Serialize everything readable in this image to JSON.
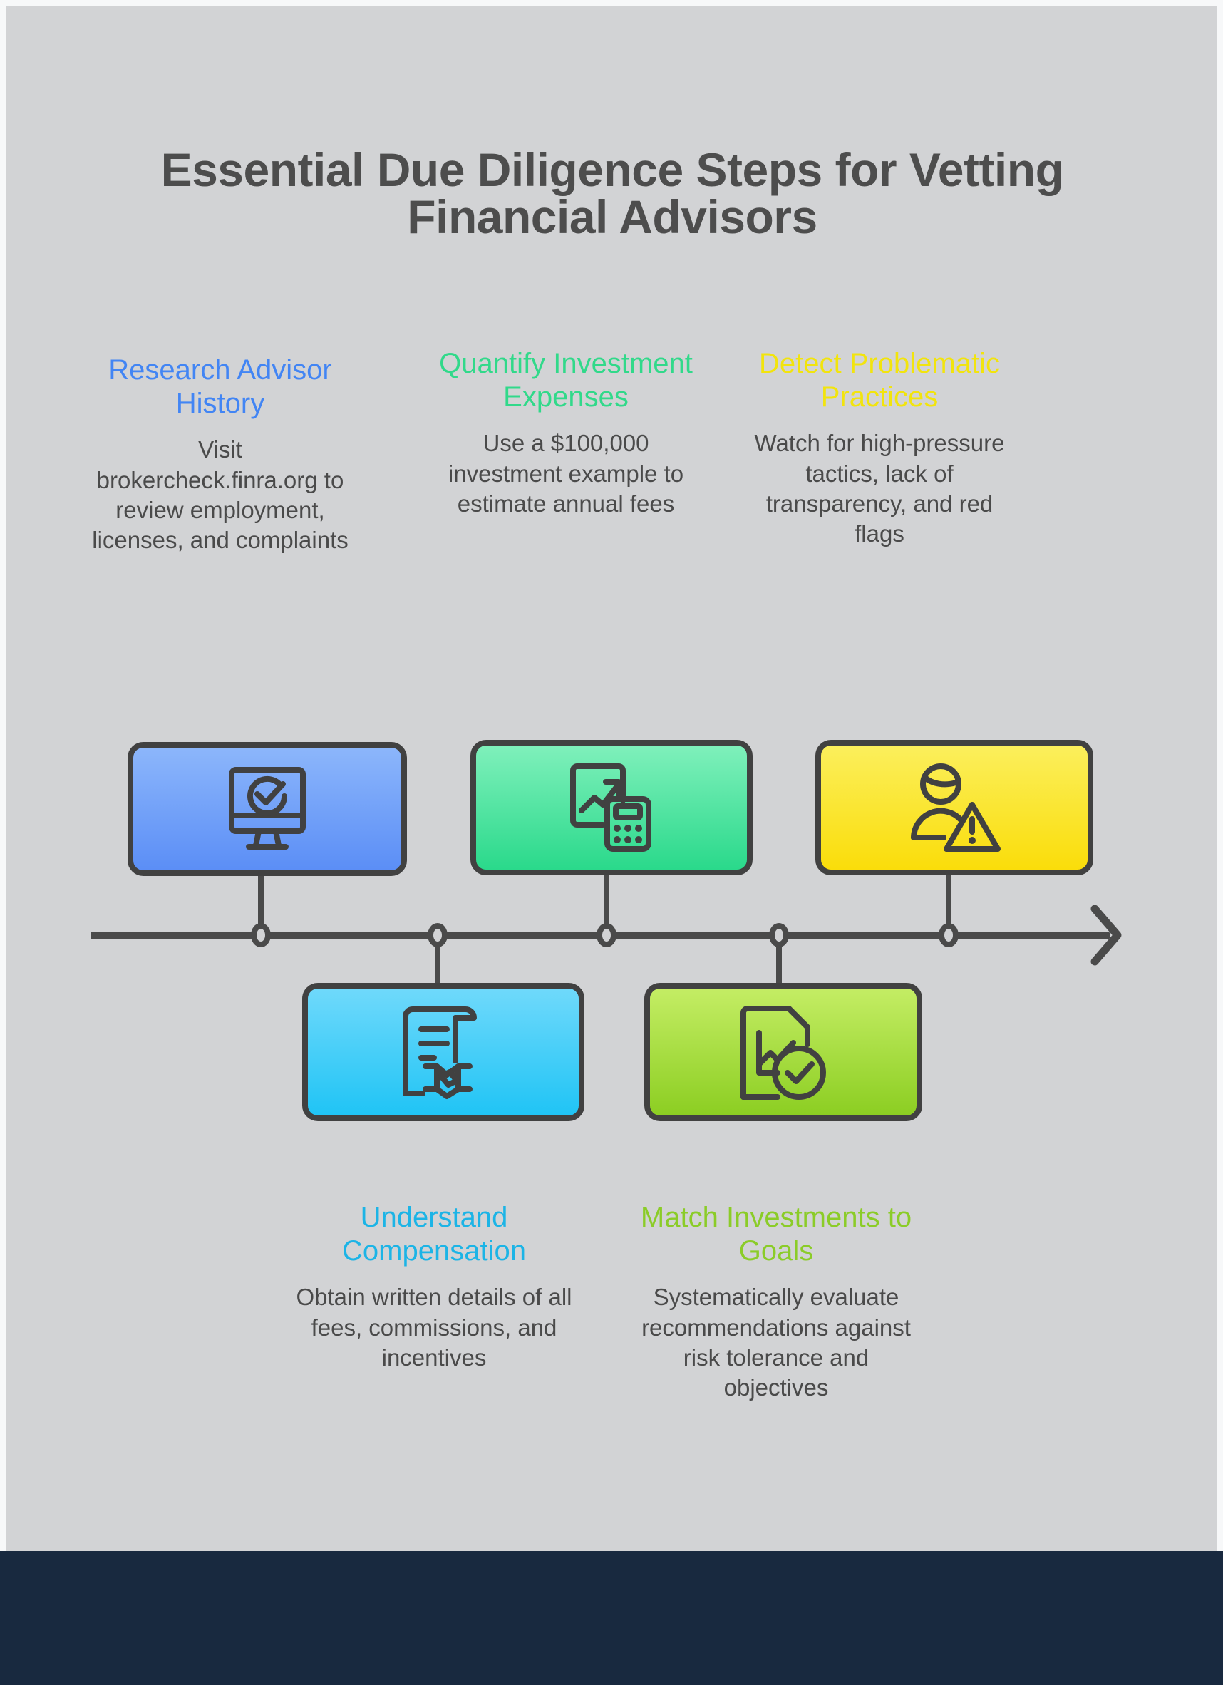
{
  "page": {
    "title_line1": "Essential Due Diligence Steps for Vetting",
    "title_line2": "Financial Advisors",
    "background_color": "#d2d3d5",
    "footer_color": "#18293f",
    "text_color": "#4d4d4d",
    "axis_color": "#4a4a4a"
  },
  "steps": [
    {
      "id": "research-advisor-history",
      "position": "above",
      "heading": "Research Advisor History",
      "body": "Visit brokercheck.finra.org to review employment, licenses, and complaints",
      "accent_color": "#4285f4",
      "card_gradient_from": "#8cb6fb",
      "card_gradient_to": "#5b8ef6",
      "icon": "monitor-check-icon"
    },
    {
      "id": "quantify-investment-expenses",
      "position": "above",
      "heading": "Quantify Investment Expenses",
      "body": "Use a $100,000 investment example to estimate annual fees",
      "accent_color": "#31d98a",
      "card_gradient_from": "#7ff0bb",
      "card_gradient_to": "#2ad98b",
      "icon": "chart-calculator-icon"
    },
    {
      "id": "detect-problematic-practices",
      "position": "above",
      "heading": "Detect Problematic Practices",
      "body": "Watch for high-pressure tactics, lack of transparency, and red flags",
      "accent_color": "#f2e40d",
      "card_gradient_from": "#fbef5c",
      "card_gradient_to": "#fadd0a",
      "icon": "person-warning-icon"
    },
    {
      "id": "understand-compensation",
      "position": "below",
      "heading": "Understand Compensation",
      "body": "Obtain written details of all fees, commissions, and incentives",
      "accent_color": "#1cb4e6",
      "card_gradient_from": "#6fd9fb",
      "card_gradient_to": "#20c4f5",
      "icon": "contract-handshake-icon"
    },
    {
      "id": "match-investments-to-goals",
      "position": "below",
      "heading": "Match Investments to Goals",
      "body": "Systematically evaluate recommendations against risk tolerance and objectives",
      "accent_color": "#8bcc28",
      "card_gradient_from": "#c4ed64",
      "card_gradient_to": "#8cce22",
      "icon": "report-check-icon"
    }
  ],
  "timeline": {
    "node_count": 5,
    "arrow_direction": "right"
  }
}
